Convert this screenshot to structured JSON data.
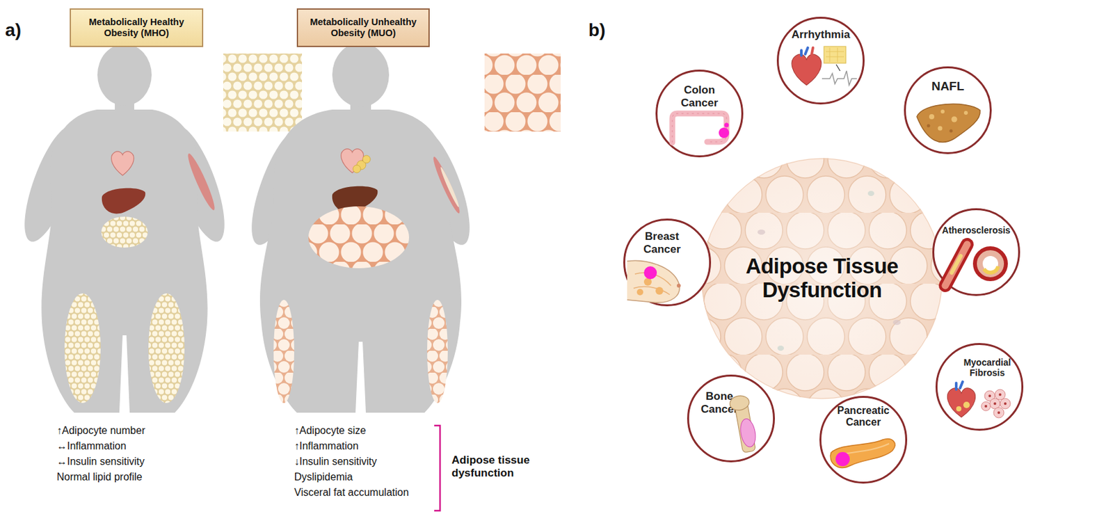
{
  "diagram": {
    "nodes": [
      {
        "text": [
          "Metabolically Healthy Obesity (MHO)"
        ]
      },
      {
        "text": [
          "Metabolically Unhealthy Obesity (MUO)"
        ]
      },
      {
        "text": [
          "Colon Cancer"
        ]
      },
      {
        "text": [
          "Arrhythmia"
        ]
      },
      {
        "text": [
          "NAFL"
        ]
      },
      {
        "text": [
          "Breast Cancer"
        ]
      },
      {
        "text": [
          "Adipose Tissue Dysfunction"
        ]
      },
      {
        "text": [
          "Atherosclerosis"
        ]
      },
      {
        "text": [
          "Bone Cancer"
        ]
      },
      {
        "text": [
          "Pancreatic Cancer"
        ]
      },
      {
        "text": [
          "Myocardial Fibrosis"
        ]
      }
    ],
    "labels": [
      "a)",
      "b)",
      "↑Adipocyte number",
      "↔Inflammation",
      "↔Insulin sensitivity",
      "Normal lipid profile",
      "↑Adipocyte size",
      "↑Inflammation",
      "↓Insulin sensitivity",
      "Dyslipidemia",
      "Visceral fat accumulation",
      "Adipose tissue dysfunction"
    ]
  }
}
